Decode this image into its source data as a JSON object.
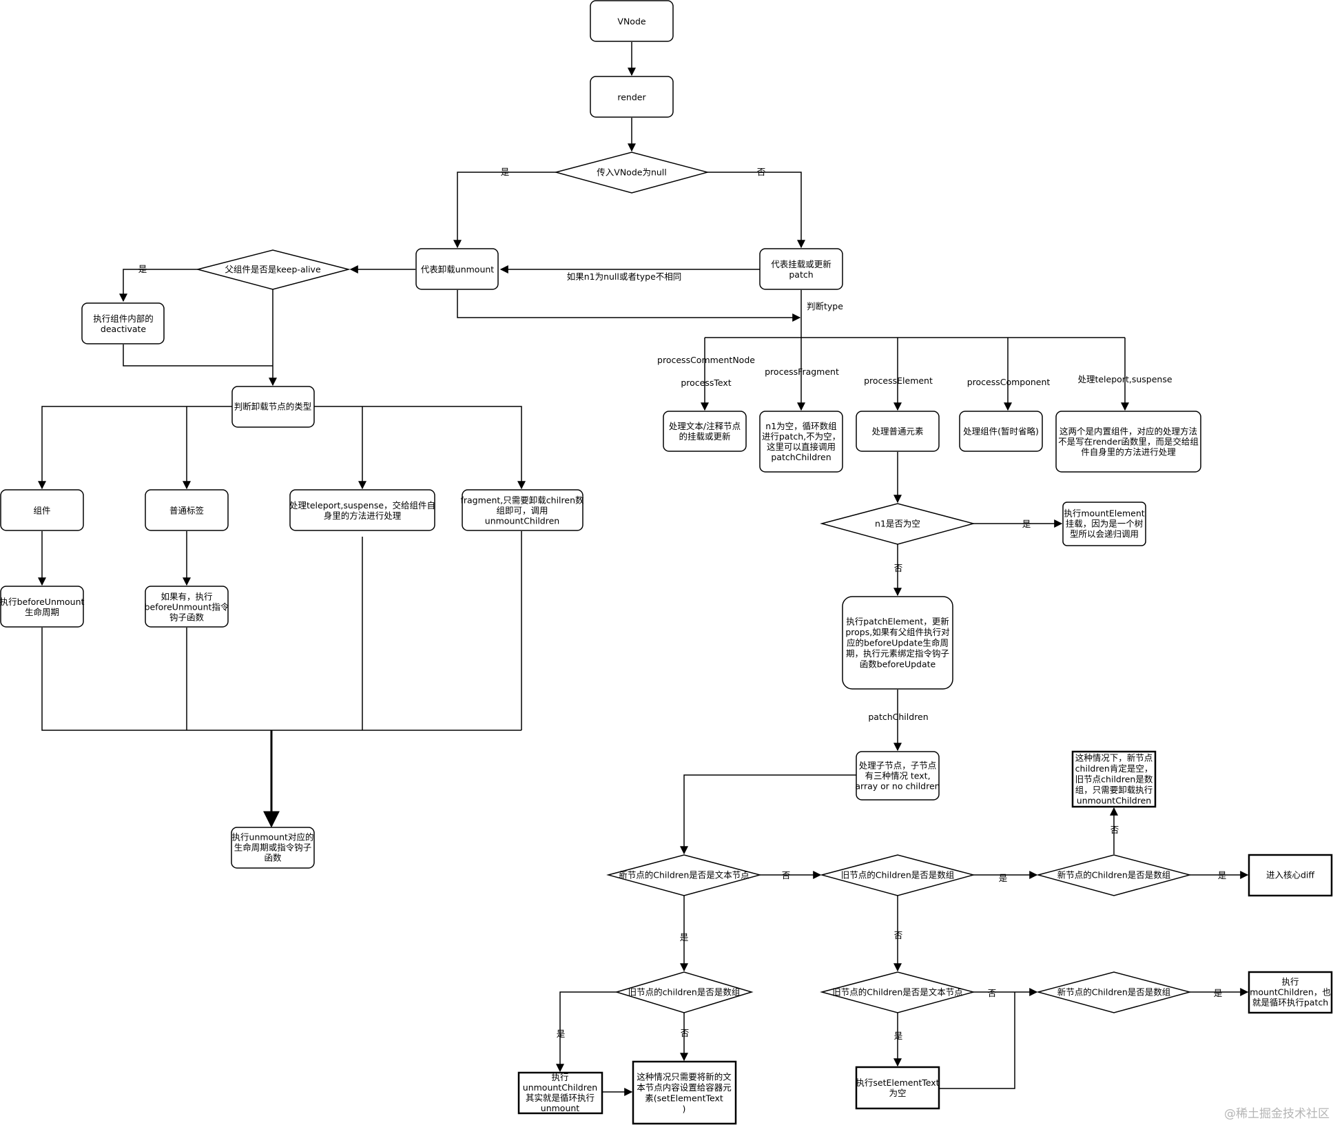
{
  "nodes": {
    "vnode": [
      "VNode"
    ],
    "render": [
      "render"
    ],
    "vnode_null": [
      "传入VNode为null"
    ],
    "unmount": [
      "代表卸载unmount"
    ],
    "patch": [
      "代表挂载或更新",
      "patch"
    ],
    "keep_alive": [
      "父组件是否是keep-alive"
    ],
    "deactivate": [
      "执行组件内部的",
      "deactivate"
    ],
    "unmount_type": [
      "判断卸载节点的类型"
    ],
    "component": [
      "组件"
    ],
    "normal_tag": [
      "普通标签"
    ],
    "teleport_unmount": [
      "处理teleport,suspense，交给组件自",
      "身里的方法进行处理"
    ],
    "fragment_unmount": [
      "fragment,只需要卸载chilren数",
      "组即可，调用",
      "unmountChildren"
    ],
    "before_unmount": [
      "执行beforeUnmount",
      "生命周期"
    ],
    "before_unmount_directive": [
      "如果有，执行",
      "beforeUnmount指令",
      "钩子函数"
    ],
    "unmount_hooks": [
      "执行unmount对应的",
      "生命周期或指令钩子",
      "函数"
    ],
    "text_comment": [
      "处理文本/注释节点",
      "的挂载或更新"
    ],
    "fragment_patch": [
      "n1为空，循环数组",
      "进行patch,不为空，",
      "这里可以直接调用",
      "patchChildren"
    ],
    "element": [
      "处理普通元素"
    ],
    "comp_patch": [
      "处理组件(暂时省略)"
    ],
    "builtin": [
      "这两个是内置组件，对应的处理方法",
      "不是写在render函数里，而是交给组",
      "件自身里的方法进行处理"
    ],
    "n1_null": [
      "n1是否为空"
    ],
    "mount_element": [
      "执行mountElement",
      "挂载，因为是一个树",
      "型所以会递归调用"
    ],
    "patch_element": [
      "执行patchElement，更新",
      "props,如果有父组件执行对",
      "应的beforeUpdate生命周",
      "期，执行元素绑定指令钩子",
      "函数beforeUpdate"
    ],
    "children": [
      "处理子节点，子节点",
      "有三种情况 text,",
      "array or no children"
    ],
    "new_text": [
      "新节点的Children是否是文本节点"
    ],
    "old_array_1": [
      "旧节点的Children是否是数组"
    ],
    "new_array_1": [
      "新节点的Children是否是数组"
    ],
    "core_diff": [
      "进入核心diff"
    ],
    "unmount_children_box": [
      "这种情况下，新节点",
      "children肯定是空，",
      "旧节点children是数",
      "组，只需要卸载执行",
      "unmountChildren"
    ],
    "old_children_array": [
      "旧节点的children是否是数组"
    ],
    "unmount_children_loop": [
      "执行",
      "unmountChildren",
      "其实就是循环执行",
      "unmount"
    ],
    "set_element_text": [
      "这种情况只需要将新的文",
      "本节点内容设置给容器元",
      "素(setElementText",
      ")"
    ],
    "old_text": [
      "旧节点的Children是否是文本节点"
    ],
    "new_array_2": [
      "新节点的Children是否是数组"
    ],
    "mount_children": [
      "执行",
      "mountChildren，也",
      "就是循环执行patch"
    ],
    "set_text_empty": [
      "执行setElementText",
      "为空"
    ]
  },
  "labels": {
    "yes_1": "是",
    "no_1": "否",
    "type_mismatch": "如果n1为null或者type不相同",
    "keep_yes": "是",
    "judge_type": "判断type",
    "process_comment": "processCommentNode",
    "process_text": "processText",
    "process_fragment": "processFragment",
    "process_element": "processElement",
    "process_component": "processComponent",
    "process_teleport": "处理teleport,suspense",
    "n1_yes": "是",
    "n1_no": "否",
    "patch_children": "patchChildren",
    "new_text_no": "否",
    "new_text_yes": "是",
    "old_array_yes": "是",
    "old_array_no": "否",
    "new_array_1_yes": "是",
    "new_array_1_no": "否",
    "old_children_yes": "是",
    "old_children_no": "否",
    "old_text_yes": "是",
    "old_text_no": "否",
    "new_array_2_yes": "是"
  },
  "watermark": "@稀土掘金技术社区"
}
